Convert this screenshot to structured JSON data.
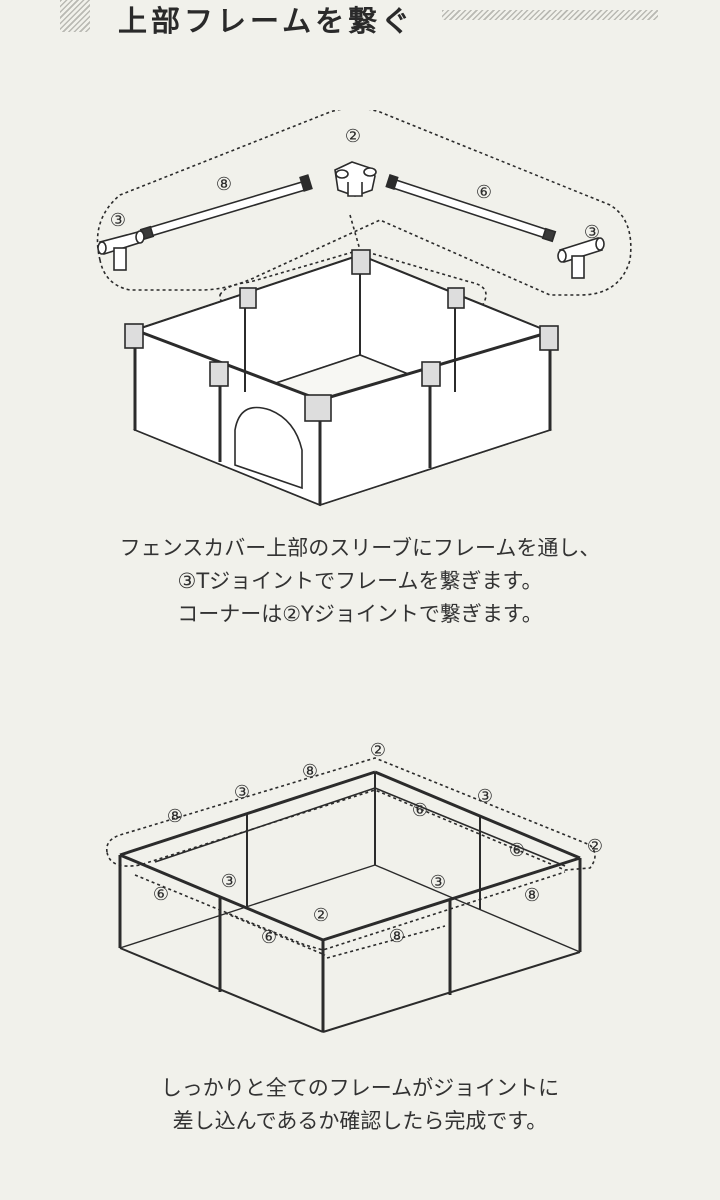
{
  "section": {
    "title": "上部フレームを繋ぐ"
  },
  "figure1": {
    "labels": {
      "y_joint_top": "②",
      "frame_left": "⑧",
      "frame_right": "⑥",
      "t_joint_left": "③",
      "t_joint_right": "③"
    }
  },
  "caption1": {
    "lines": [
      "フェンスカバー上部のスリーブにフレームを通し、",
      "③Tジョイントでフレームを繋ぎます。",
      "コーナーは②Yジョイントで繋ぎます。"
    ]
  },
  "figure2": {
    "labels": {
      "top_2": "②",
      "back_8": "⑧",
      "back_3": "③",
      "left_8": "⑧",
      "right_6": "⑥",
      "right_3": "③",
      "right_6b": "⑥",
      "right_2": "②",
      "left_6": "⑥",
      "left_3": "③",
      "front_3": "③",
      "front_2": "②",
      "front_6": "⑥",
      "front_8": "⑧",
      "front_r8": "⑧"
    }
  },
  "caption2": {
    "lines": [
      "しっかりと全てのフレームがジョイントに",
      "差し込んであるか確認したら完成です。"
    ]
  }
}
